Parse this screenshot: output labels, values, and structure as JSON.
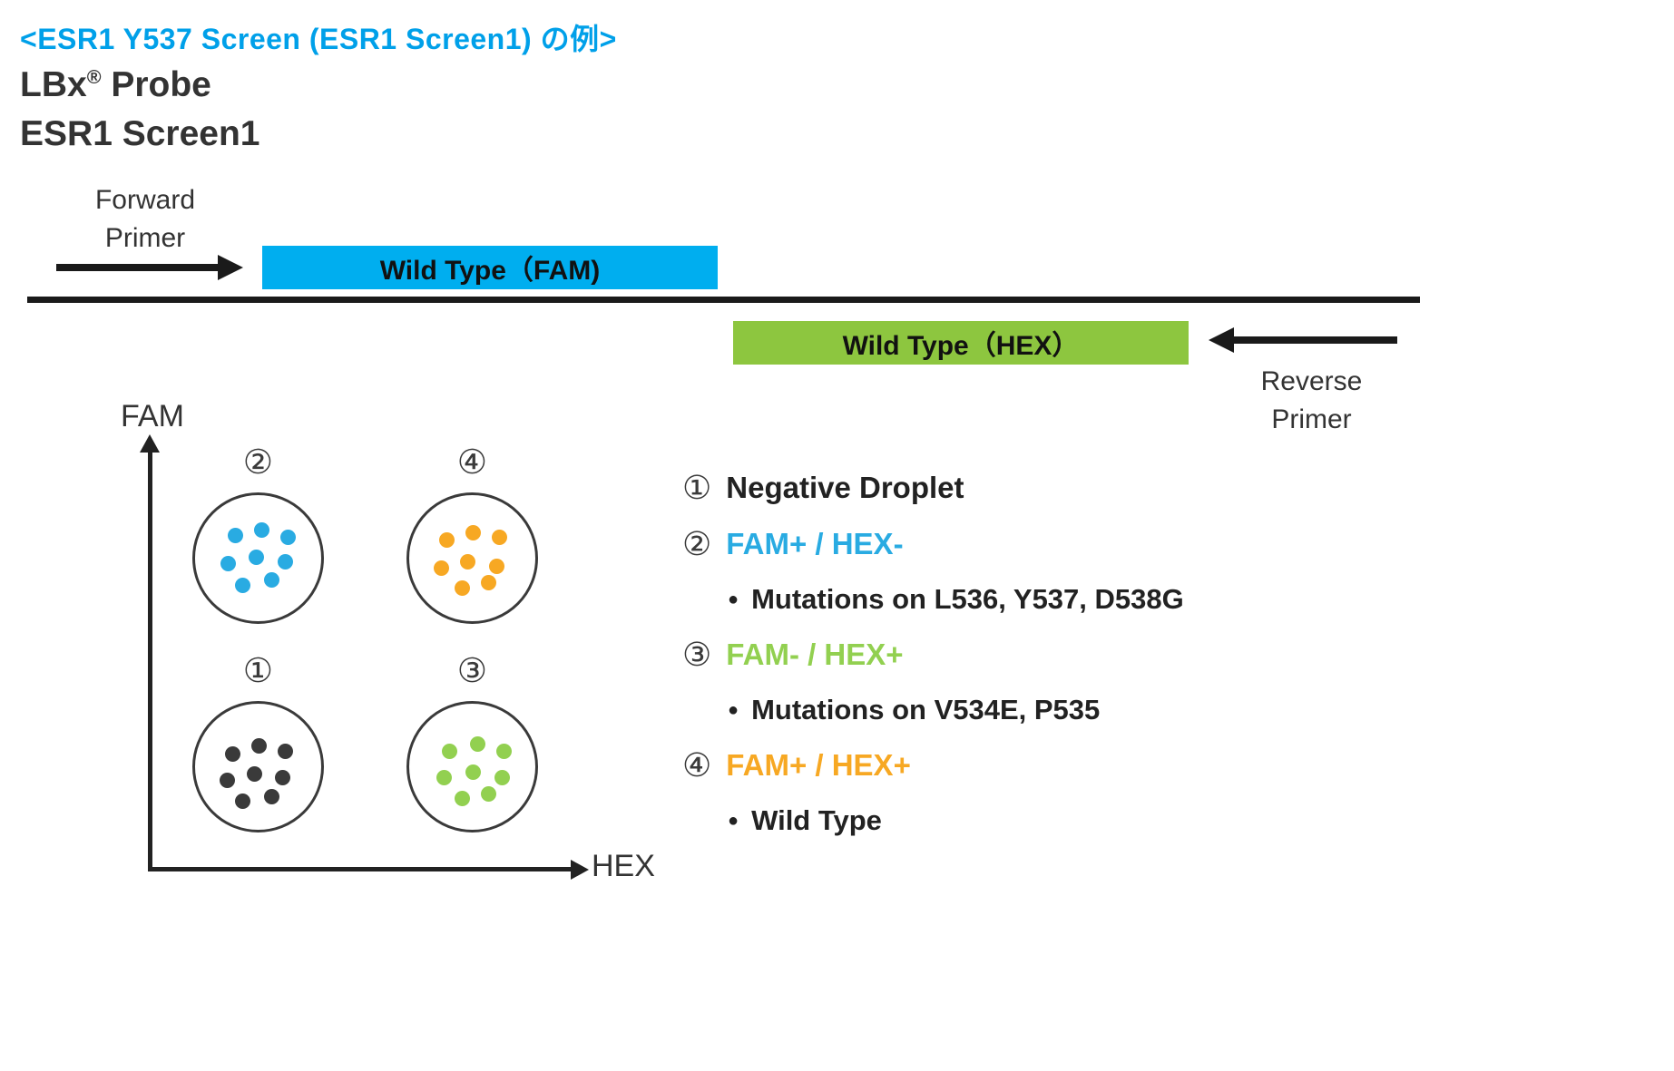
{
  "title": "<ESR1 Y537 Screen (ESR1 Screen1) の例>",
  "heading": {
    "brand": "LBx",
    "registered_mark": "®",
    "product": "Probe",
    "subtitle": "ESR1 Screen1"
  },
  "primers": {
    "forward": "Forward\nPrimer",
    "reverse": "Reverse\nPrimer"
  },
  "probes": {
    "fam_label": "Wild Type（FAM)",
    "hex_label": "Wild Type（HEX）"
  },
  "axes": {
    "y_label": "FAM",
    "x_label": "HEX"
  },
  "colors": {
    "title_blue": "#00A0E9",
    "fam_bar_cyan": "#00AEEF",
    "hex_bar_green": "#8DC63F",
    "dna_line": "#1A1A1A",
    "negative_gray": "#3A3A3A",
    "cyan": "#29ABE2",
    "green": "#92D050",
    "yellow": "#F7A823",
    "text_dark": "#222222"
  },
  "clusters": [
    {
      "number": "②",
      "position": "top-left",
      "dot_color": "#29ABE2",
      "dots": [
        [
          0.3,
          0.3
        ],
        [
          0.5,
          0.26
        ],
        [
          0.7,
          0.32
        ],
        [
          0.25,
          0.52
        ],
        [
          0.46,
          0.47
        ],
        [
          0.68,
          0.5
        ],
        [
          0.36,
          0.68
        ],
        [
          0.58,
          0.64
        ]
      ]
    },
    {
      "number": "④",
      "position": "top-right",
      "dot_color": "#F7A823",
      "dots": [
        [
          0.28,
          0.34
        ],
        [
          0.48,
          0.28
        ],
        [
          0.68,
          0.32
        ],
        [
          0.24,
          0.55
        ],
        [
          0.44,
          0.5
        ],
        [
          0.66,
          0.54
        ],
        [
          0.4,
          0.7
        ],
        [
          0.6,
          0.66
        ]
      ]
    },
    {
      "number": "①",
      "position": "bottom-left",
      "dot_color": "#3A3A3A",
      "dots": [
        [
          0.28,
          0.38
        ],
        [
          0.48,
          0.32
        ],
        [
          0.68,
          0.36
        ],
        [
          0.24,
          0.58
        ],
        [
          0.45,
          0.53
        ],
        [
          0.66,
          0.56
        ],
        [
          0.36,
          0.74
        ],
        [
          0.58,
          0.7
        ]
      ]
    },
    {
      "number": "③",
      "position": "bottom-right",
      "dot_color": "#92D050",
      "dots": [
        [
          0.3,
          0.36
        ],
        [
          0.52,
          0.3
        ],
        [
          0.72,
          0.36
        ],
        [
          0.26,
          0.56
        ],
        [
          0.48,
          0.52
        ],
        [
          0.7,
          0.56
        ],
        [
          0.4,
          0.72
        ],
        [
          0.6,
          0.68
        ]
      ]
    }
  ],
  "legend": [
    {
      "number": "①",
      "label": "Negative Droplet",
      "color": "#222222",
      "sub": ""
    },
    {
      "number": "②",
      "label": "FAM+ / HEX-",
      "color": "#29ABE2",
      "sub": "Mutations on L536, Y537, D538G"
    },
    {
      "number": "③",
      "label": "FAM- / HEX+",
      "color": "#92D050",
      "sub": "Mutations on V534E, P535"
    },
    {
      "number": "④",
      "label": "FAM+ / HEX+",
      "color": "#F7A823",
      "sub": "Wild Type"
    }
  ]
}
